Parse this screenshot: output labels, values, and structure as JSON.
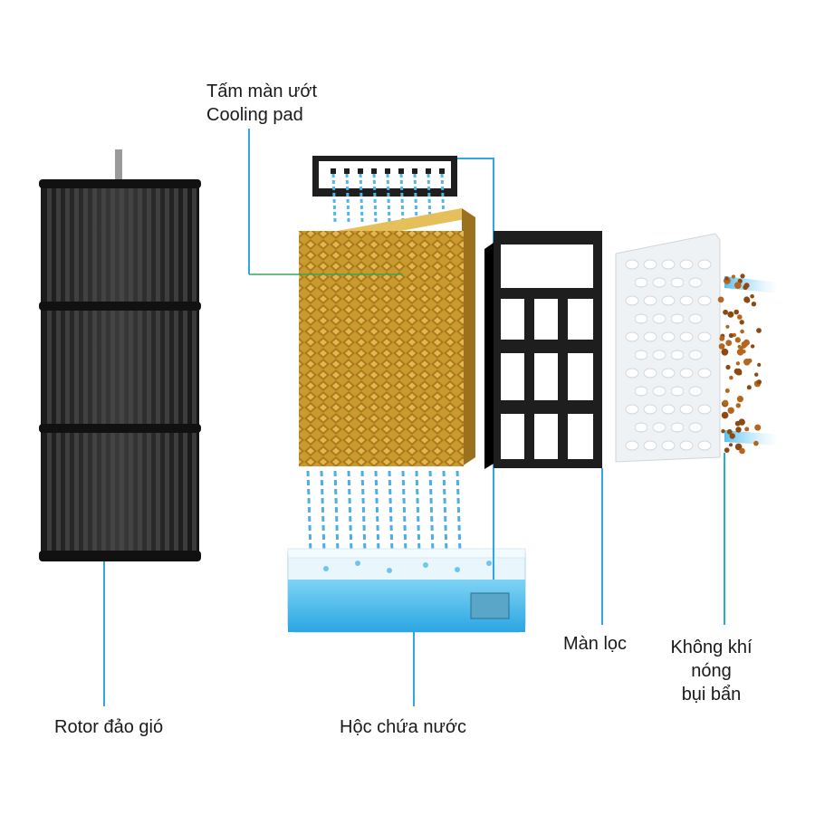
{
  "labels": {
    "cooling_pad_vi": "Tấm màn ướt",
    "cooling_pad_en": "Cooling pad",
    "rotor": "Rotor đảo gió",
    "water_tank": "Hộc chứa nước",
    "filter": "Màn lọc",
    "hot_air_1": "Không khí",
    "hot_air_2": "nóng",
    "hot_air_3": "bụi bẩn"
  },
  "colors": {
    "leader_line": "#2ea8df",
    "pad": "#c99a2e",
    "water": "#36b4ea",
    "dust": "#b5651d",
    "frame": "#1e1e1e"
  }
}
